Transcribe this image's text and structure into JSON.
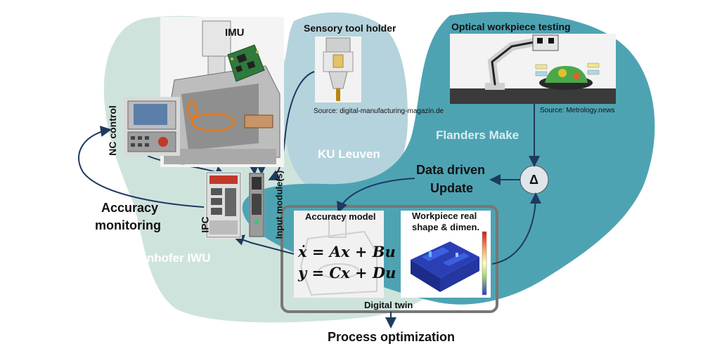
{
  "regions": {
    "fraunhofer": "Fraunhofer IWU",
    "ku_leuven": "KU Leuven",
    "flanders": "Flanders Make"
  },
  "labels": {
    "imu": "IMU",
    "sensory_tool_holder": "Sensory tool holder",
    "tool_holder_source": "Source: digital-manufacturing-magazin.de",
    "optical_testing": "Optical workpiece testing",
    "metrology_source": "Source: Metrology.news",
    "nc_control": "NC control",
    "ipc": "IPC",
    "input_modules": "Input module(s)",
    "accuracy_monitoring_1": "Accuracy",
    "accuracy_monitoring_2": "monitoring",
    "data_driven_1": "Data driven",
    "data_driven_2": "Update",
    "delta": "Δ",
    "accuracy_model": "Accuracy model",
    "workpiece_real_1": "Workpiece real",
    "workpiece_real_2": "shape & dimen.",
    "digital_twin": "Digital twin",
    "process_optimization": "Process optimization"
  },
  "formulas": {
    "state_eq": "ẋ = Ax + Bu",
    "output_eq": "y = Cx + Du"
  },
  "colors": {
    "fraunhofer_region": "#cfe3dd",
    "ku_region": "#b5d3dc",
    "flanders_region": "#4ea3b3",
    "arrow": "#1e3a5f"
  }
}
